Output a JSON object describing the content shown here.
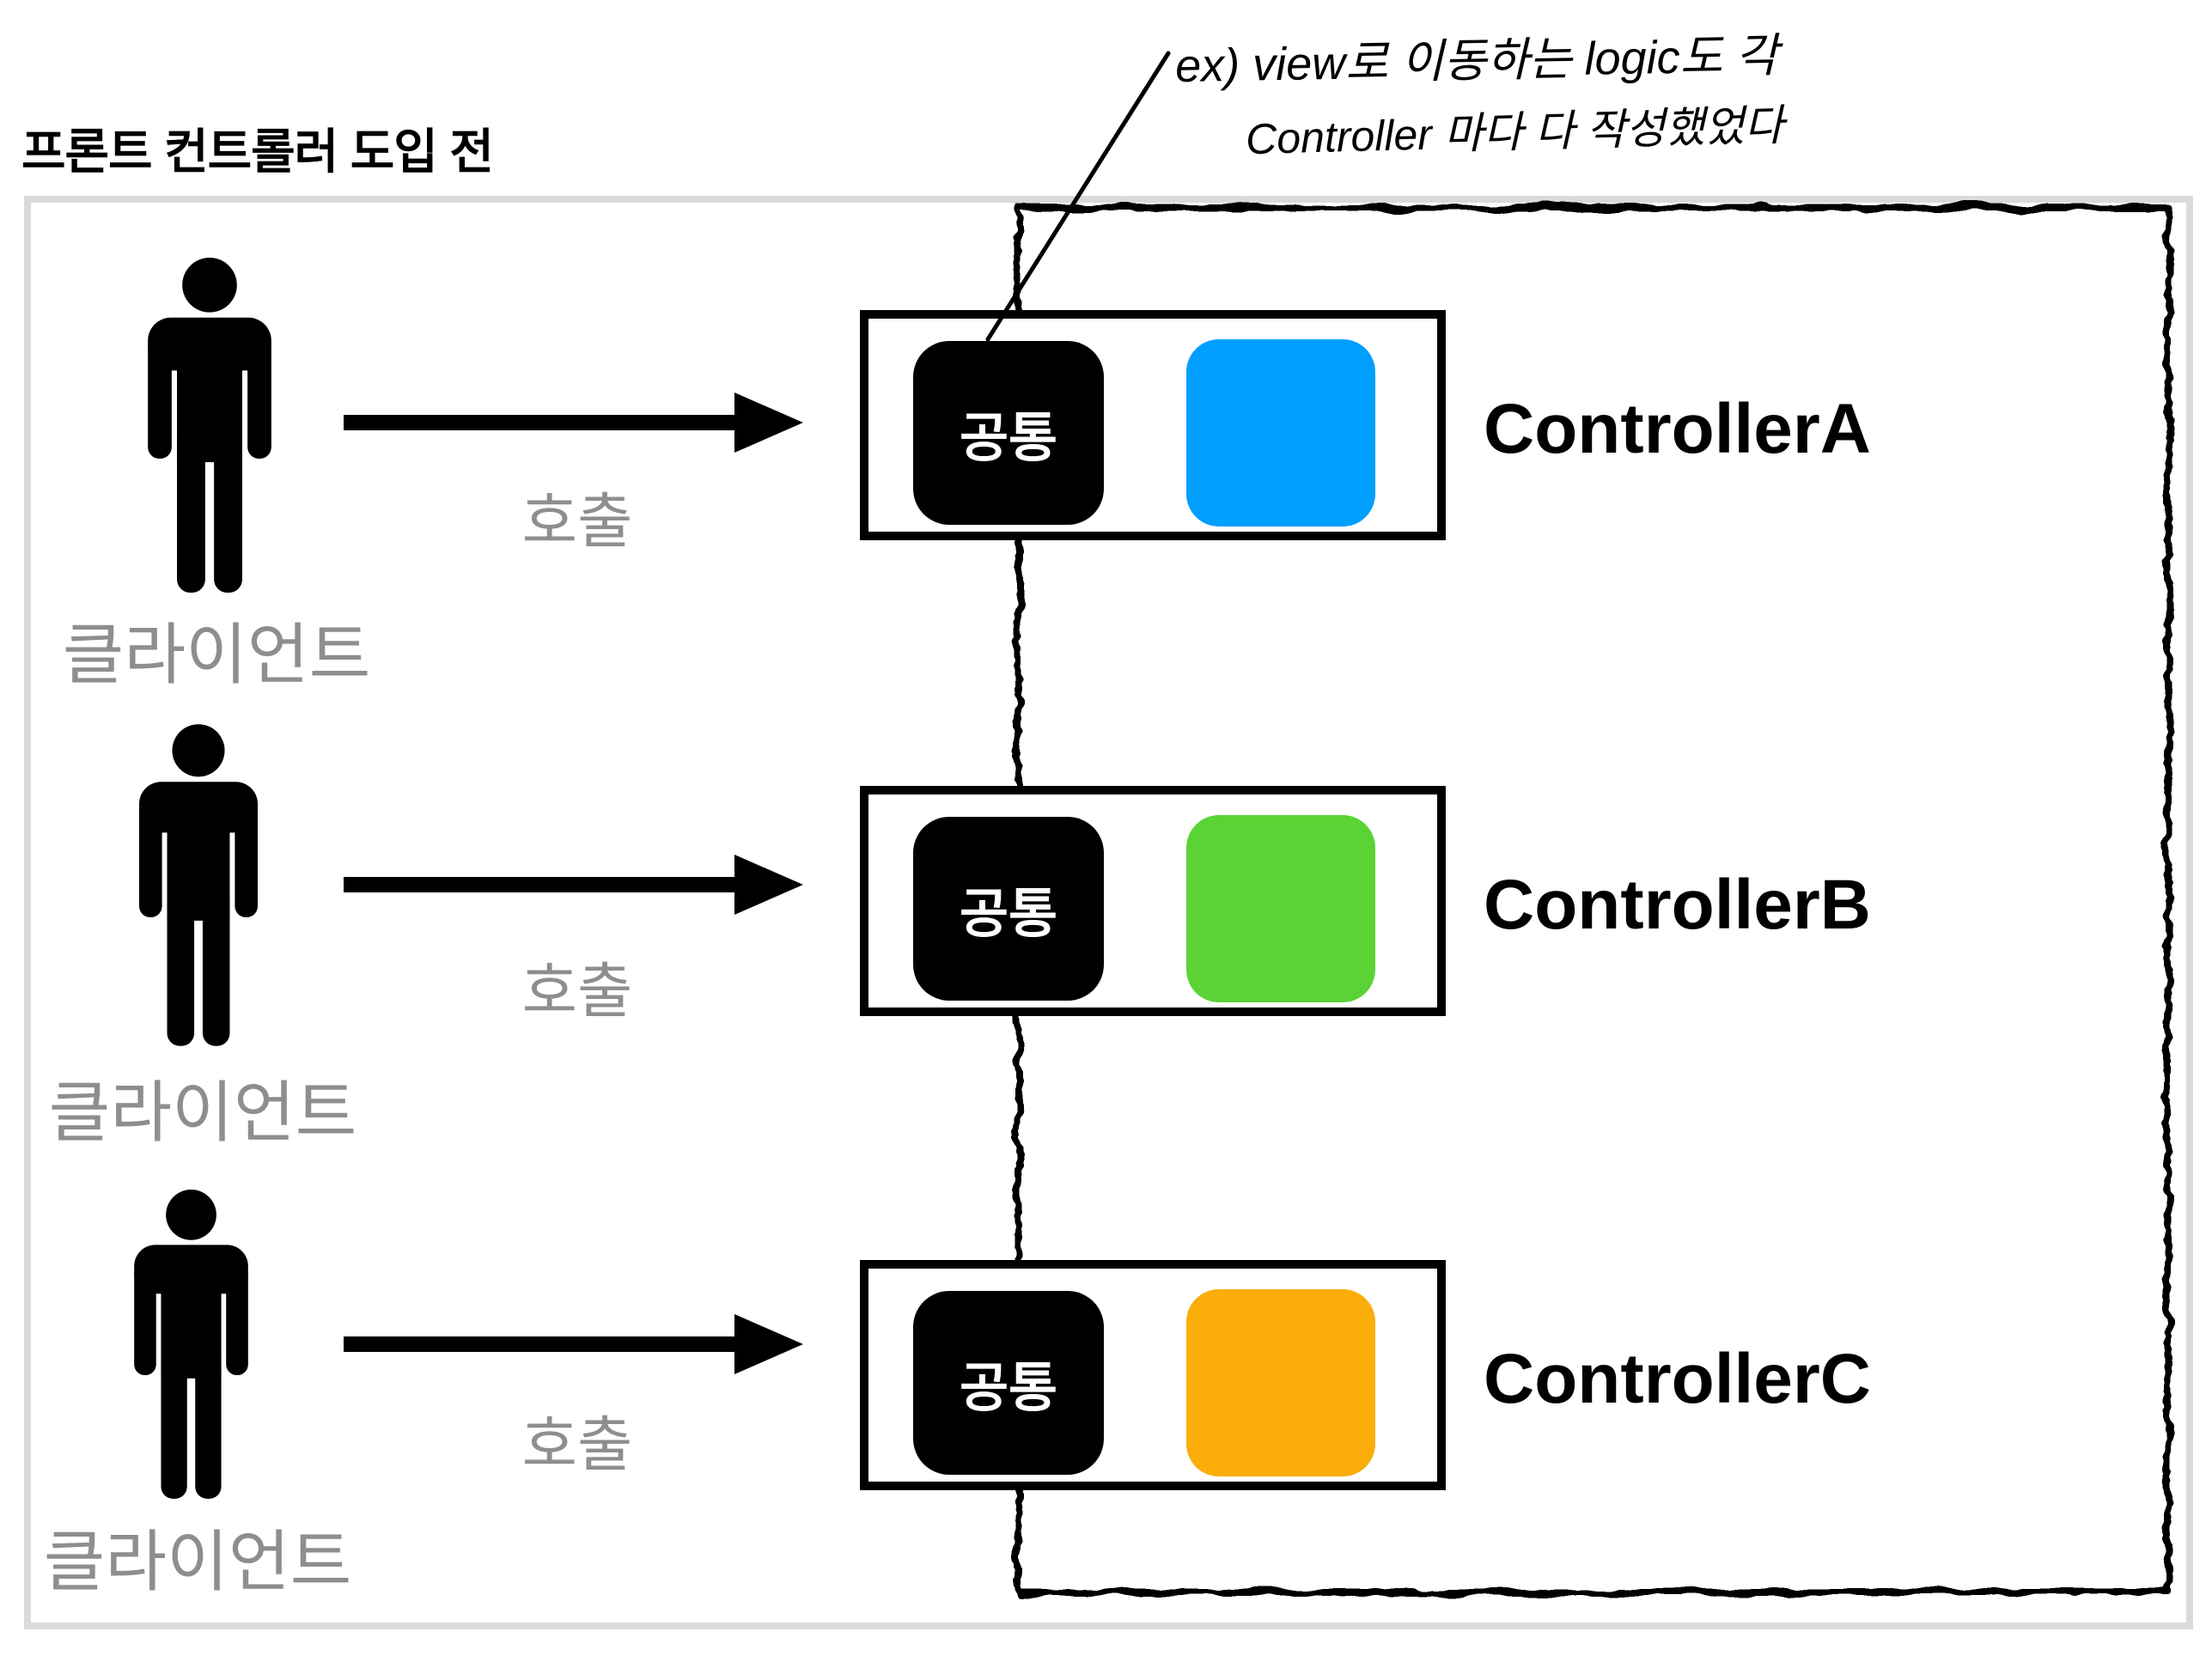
{
  "title": "프론트 컨트롤러 도입 전",
  "annotation": {
    "line1": "ex) view로 이동하는 logic도 각",
    "line2": "Controller 마다 다 작성했었다"
  },
  "clients": [
    {
      "label": "클라이언트",
      "call": "호출"
    },
    {
      "label": "클라이언트",
      "call": "호출"
    },
    {
      "label": "클라이언트",
      "call": "호출"
    }
  ],
  "controllers": [
    {
      "name": "ControllerA",
      "common": "공통",
      "color": "#009FFF"
    },
    {
      "name": "ControllerB",
      "common": "공통",
      "color": "#5BD335"
    },
    {
      "name": "ControllerC",
      "common": "공통",
      "color": "#FBAD0A"
    }
  ],
  "colors": {
    "label_gray": "#8E8E8E",
    "frame_gray": "#DADADA",
    "ink_black": "#000000"
  }
}
